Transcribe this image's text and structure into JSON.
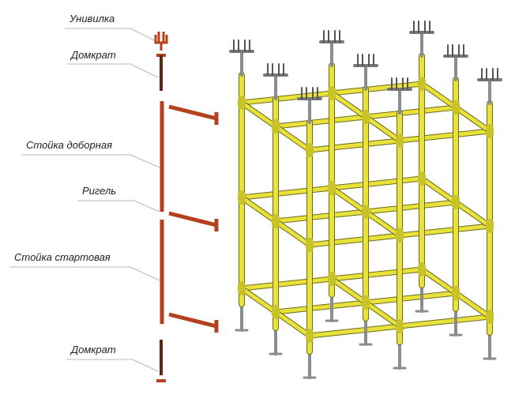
{
  "labels": {
    "fork_head": "Унивилка",
    "jack_top": "Домкрат",
    "extension_post": "Стойка доборная",
    "ledger": "Ригель",
    "starter_post": "Стойка стартовая",
    "jack_bottom": "Домкрат"
  },
  "colors": {
    "component_red": "#b5401c",
    "scaffold_yellow": "#e8e23a",
    "steel_gray": "#8a8d90",
    "leader_line": "#b8b8b8"
  }
}
